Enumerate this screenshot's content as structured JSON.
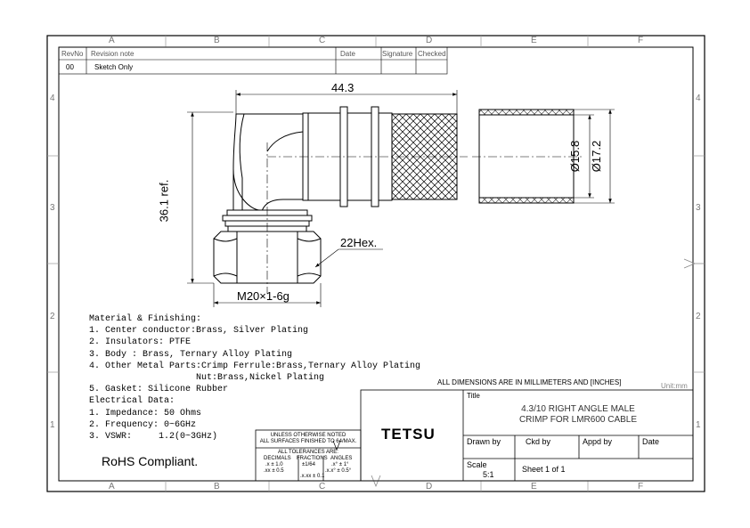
{
  "zones_top": [
    "A",
    "B",
    "C",
    "D",
    "E",
    "F"
  ],
  "zones_side": [
    "4",
    "3",
    "2",
    "1"
  ],
  "revision_table": {
    "headers": {
      "rev": "RevNo",
      "note": "Revision note",
      "date": "Date",
      "signature": "Signature",
      "checked": "Checked"
    },
    "rows": [
      {
        "rev": "00",
        "note": "Sketch Only",
        "date": "",
        "signature": "",
        "checked": ""
      }
    ]
  },
  "dimensions": {
    "length": "44.3",
    "height": "36.1 ref.",
    "hex": "22Hex.",
    "thread": "M20×1-6g",
    "dia_inner": "Ø15.8",
    "dia_outer": "Ø17.2"
  },
  "notes": [
    "Material & Finishing:",
    "1. Center conductor:Brass, Silver Plating",
    "2. Insulators: PTFE",
    "3. Body : Brass, Ternary Alloy Plating",
    "4. Other Metal Parts:Crimp Ferrule:Brass,Ternary Alloy Plating",
    "                    Nut:Brass,Nickel Plating",
    "5. Gasket: Silicone Rubber",
    "Electrical Data:",
    "1. Impedance: 50 Ohms",
    "2. Frequency: 0~6GHz",
    "3. VSWR:     1.2(0~3GHz)"
  ],
  "rohs": "RoHS Compliant.",
  "dim_note": "ALL DIMENSIONS ARE IN MILLIMETERS AND [INCHES]",
  "unit": "Unit:mm",
  "tolerance": {
    "line1": "UNLESS OTHERWISE NOTED",
    "line2": "ALL SURFACES FINISHED TO 64/MAX.",
    "line3": "ALL TOLERANCES ARE:",
    "h_decimals": "DECIMALS",
    "h_fractions": "FRACTIONS",
    "h_angles": "ANGLES",
    "d1": ".x ± 1.0",
    "d2": ".xx ± 0.5",
    "d3": ".x.xx ± 0.1",
    "f1": "±1/64",
    "a1": ".x° ± 1°",
    "a2": ".x.x° ± 0.5°"
  },
  "title_block": {
    "company": "TETSU",
    "title_label": "Title",
    "title_line1": "4.3/10  RIGHT  ANGLE  MALE",
    "title_line2": "CRIMP  FOR  LMR600  CABLE",
    "drawn_by": "Drawn by",
    "ckd_by": "Ckd by",
    "appd_by": "Appd by",
    "date": "Date",
    "scale_label": "Scale",
    "scale_value": "5:1",
    "sheet": "Sheet 1 of 1"
  }
}
